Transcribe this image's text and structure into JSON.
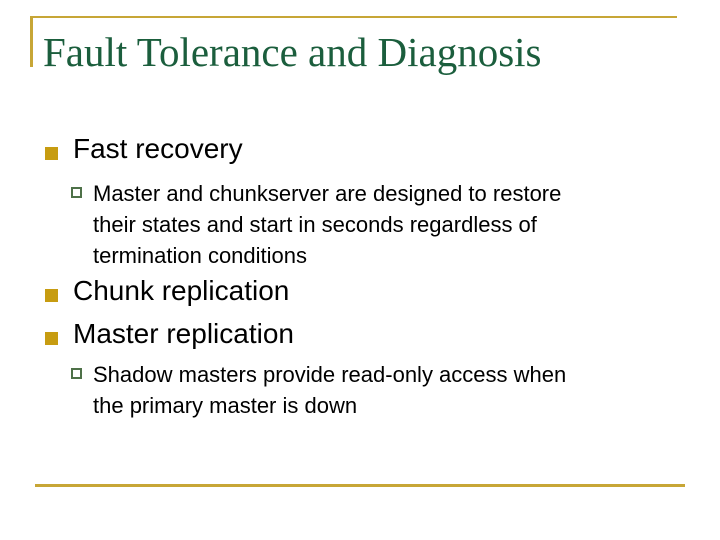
{
  "slide": {
    "title": "Fault Tolerance and Diagnosis",
    "bullets": [
      {
        "level": 1,
        "text": "Fast recovery"
      },
      {
        "level": 2,
        "text": "Master and chunkserver are designed to restore\ntheir states and start in seconds regardless of\ntermination conditions"
      },
      {
        "level": 1,
        "text": "Chunk replication"
      },
      {
        "level": 1,
        "text": "Master replication"
      },
      {
        "level": 2,
        "text": "Shadow masters provide read-only access when\nthe primary master is down"
      }
    ],
    "colors": {
      "title_green": "#1B5E3D",
      "rule_gold": "#C7A636",
      "bullet_gold": "#C79C11",
      "sub_bullet_green": "#4E7148",
      "body_text": "#000000",
      "background": "#FFFFFF"
    }
  }
}
